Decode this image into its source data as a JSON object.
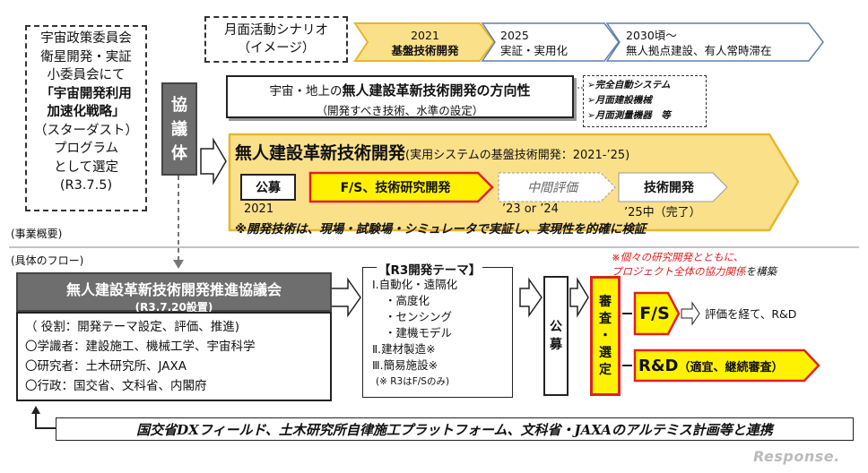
{
  "left_box": {
    "lines": [
      "宇宙政策委員会",
      "衛星開発・実証",
      "小委員会にて"
    ],
    "highlight": "「宇宙開発利用\n加速化戦略」",
    "lines2": [
      "（スターダスト）",
      "プログラム",
      "として選定",
      "(R3.7.5)"
    ]
  },
  "kyogitai": "協\n議\n体",
  "scenario_label": "月面活動シナリオ\n（イメージ）",
  "timeline": [
    {
      "year": "2021",
      "text": "基盤技術開発"
    },
    {
      "year": "2025",
      "text": "実証・実用化"
    },
    {
      "year": "2030頃〜",
      "text": "無人拠点建設、有人常時滞在"
    }
  ],
  "direction": {
    "title_prefix": "宇宙・地上の",
    "title_bold": "無人建設革新技術開発の方向性",
    "subtitle": "（開発すべき技術、水準の設定）"
  },
  "systems": [
    "➢完全自動システム",
    "➢月面建設機械",
    "➢月面測量機器　等"
  ],
  "main": {
    "title": "無人建設革新技術開発",
    "title_sub": "(実用システムの基盤技術開発：2021-’25)",
    "steps": [
      "公募",
      "F/S、技術研究開発",
      "中間評価",
      "技術開発"
    ],
    "dates": [
      "2021",
      "’23 or ’24",
      "’25中（完了）"
    ],
    "note": "※開発技術は、現場・試験場・シミュレータで実証し、実現性を的確に検証"
  },
  "section_labels": [
    "(事業概要)",
    "(具体のフロー)"
  ],
  "council": {
    "title": "無人建設革新技術開発推進協議会",
    "date": "(R3.7.20設置)",
    "role": "（ 役割：開発テーマ設定、評価、推進)",
    "members": [
      "〇学識者：建設施工、機械工学、宇宙科学",
      "〇研究者：土木研究所、JAXA",
      "〇行政：国交省、文科省、内閣府"
    ]
  },
  "r3": {
    "header": "【R3開発テーマ】",
    "items": [
      "Ⅰ.自動化・遠隔化",
      "・高度化",
      "・センシング",
      "・建機モデル",
      "Ⅱ.建材製造※",
      "Ⅲ.簡易施設※",
      "(※ R3はF/Sのみ)"
    ]
  },
  "koubo2": "公\n募",
  "shinsa": "審\n査\n・\n選\n定",
  "red_note": {
    "line1": "※個々の研究開発とともに、",
    "line2_red": "プロジェクト全体の協力関係",
    "line2_rest": "を構築"
  },
  "fs": {
    "label": "F/S",
    "text": "評価を経て、R&D"
  },
  "rd": {
    "label": "R&D",
    "text": "（適宜、継続審査）"
  },
  "bottom_bar": "国交省DXフィールド、土木研究所自律施工プラットフォーム、文科省・JAXAのアルテミス計画等と連携",
  "watermark": "Response.",
  "colors": {
    "yellow": "#fbe08a",
    "yellow_border": "#e8b62a",
    "red": "#e02020",
    "gray": "#6e6e6e",
    "blue_arrow": "#9eb4d6"
  }
}
